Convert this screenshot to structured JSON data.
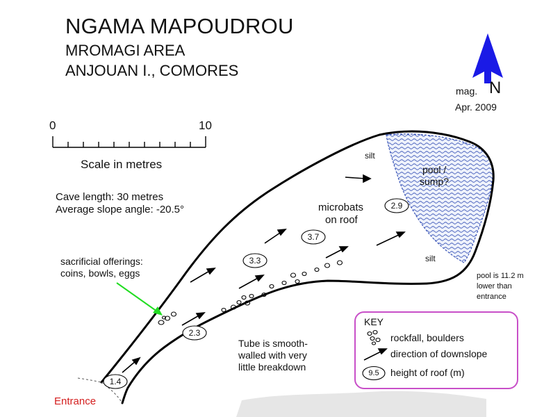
{
  "title": {
    "cave_name": "NGAMA MAPOUDROU",
    "area": "MROMAGI AREA",
    "location": "ANJOUAN I., COMORES"
  },
  "north_arrow": {
    "label_small": "mag.",
    "label_big": "N",
    "date": "Apr. 2009",
    "color": "#1a1ae6",
    "icon": "north-arrow-icon"
  },
  "scale_bar": {
    "start_label": "0",
    "end_label": "10",
    "caption": "Scale in metres"
  },
  "stats": {
    "length": "Cave length:  30 metres",
    "slope": "Average slope angle: -20.5°"
  },
  "annotations": {
    "offerings_line1": "sacrificial offerings:",
    "offerings_line2": "coins, bowls, eggs",
    "offerings_arrow_color": "#22dd22",
    "microbats_line1": "microbats",
    "microbats_line2": "on roof",
    "tube_line1": "Tube is smooth-",
    "tube_line2": "walled with very",
    "tube_line3": "little breakdown",
    "pool_line1": "pool /",
    "pool_line2": "sump?",
    "pool_color": "#3a55b8",
    "silt_top": "silt",
    "silt_bottom": "silt",
    "pool_note1": "pool is 11.2 m",
    "pool_note2": "lower than",
    "pool_note3": "entrance",
    "entrance": "Entrance",
    "entrance_color": "#d42020"
  },
  "roof_heights": [
    "1.4",
    "2.3",
    "3.3",
    "3.7",
    "2.9"
  ],
  "key": {
    "title": "KEY",
    "border_color": "#c84fc8",
    "items": [
      {
        "icon": "boulders-icon",
        "label": "rockfall, boulders"
      },
      {
        "icon": "downslope-arrow-icon",
        "label": "direction of downslope"
      },
      {
        "icon": "roof-height-icon",
        "sample": "9.5",
        "label": "height of roof (m)"
      }
    ]
  }
}
